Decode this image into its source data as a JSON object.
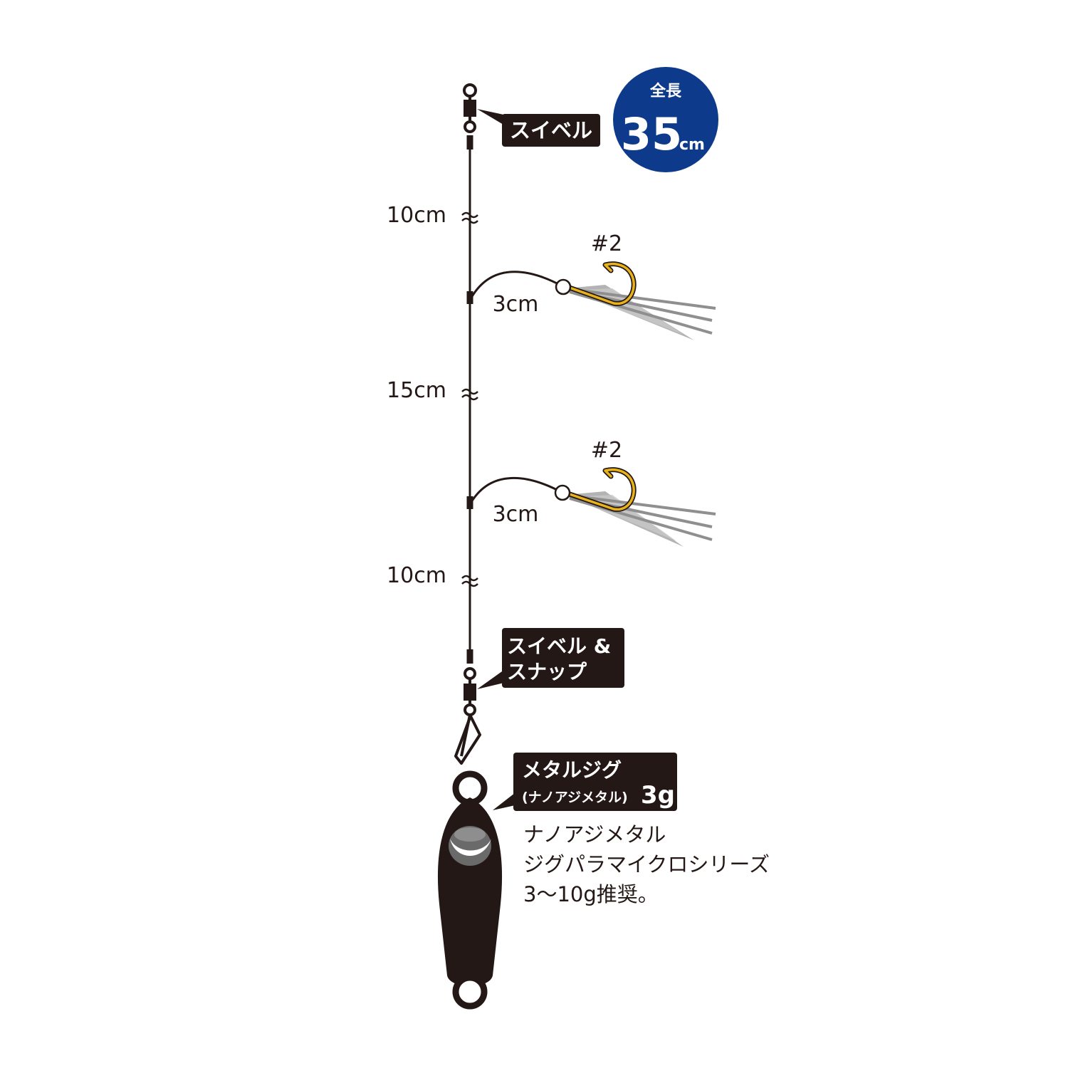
{
  "total_length": {
    "label": "全長",
    "value": "35",
    "unit": "cm"
  },
  "colors": {
    "badge": "#0e3a8c",
    "line": "#231815",
    "hook": "#e7b21a",
    "skirt": "#8a8a8a"
  },
  "segments": {
    "top": "10cm",
    "middle": "15cm",
    "bottom": "10cm"
  },
  "branches": [
    {
      "hook_size": "#2",
      "length": "3cm"
    },
    {
      "hook_size": "#2",
      "length": "3cm"
    }
  ],
  "callouts": {
    "swivel": "スイベル",
    "swivel_snap_line1": "スイベル &",
    "swivel_snap_line2": "スナップ",
    "jig_line1": "メタルジグ",
    "jig_line2_paren": "(ナノアジメタル)",
    "jig_weight": "3g"
  },
  "note_lines": [
    "ナノアジメタル",
    "ジグパラマイクロシリーズ",
    "3〜10g推奨。"
  ],
  "icons": [
    "swivel-icon",
    "snap-icon",
    "hook-icon",
    "skirt-icon",
    "metal-jig-icon"
  ]
}
